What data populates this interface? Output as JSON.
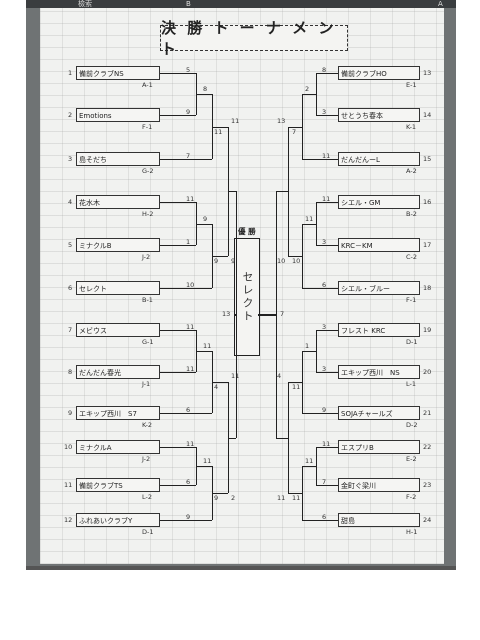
{
  "header": {
    "left_text": "檢索",
    "mid_text": "B",
    "right_text": "A"
  },
  "title": "決 勝 ト ー ナ メ ン ト",
  "champion": {
    "label": "優 勝",
    "name": "セレクト"
  },
  "left_teams": [
    {
      "seed": "1",
      "name": "備前クラブNS",
      "code": "A-1"
    },
    {
      "seed": "2",
      "name": "Emotions",
      "code": "F-1"
    },
    {
      "seed": "3",
      "name": "島そだち",
      "code": "G-2"
    },
    {
      "seed": "4",
      "name": "花水木",
      "code": "H-2"
    },
    {
      "seed": "5",
      "name": "ミナクルB",
      "code": "J-2"
    },
    {
      "seed": "6",
      "name": "セレクト",
      "code": "B-1"
    },
    {
      "seed": "7",
      "name": "メビウス",
      "code": "G-1"
    },
    {
      "seed": "8",
      "name": "だんだん春光",
      "code": "J-1"
    },
    {
      "seed": "9",
      "name": "エキップ西川　S7",
      "code": "K-2"
    },
    {
      "seed": "10",
      "name": "ミナクルA",
      "code": "J-2"
    },
    {
      "seed": "11",
      "name": "備前クラブTS",
      "code": "L-2"
    },
    {
      "seed": "12",
      "name": "ふれあいクラブY",
      "code": "D-1"
    }
  ],
  "right_teams": [
    {
      "seed": "13",
      "name": "備前クラブHO",
      "code": "E-1"
    },
    {
      "seed": "14",
      "name": "せとうち春本",
      "code": "K-1"
    },
    {
      "seed": "15",
      "name": "だんだんーL",
      "code": "A-2"
    },
    {
      "seed": "16",
      "name": "シエル・GM",
      "code": "B-2"
    },
    {
      "seed": "17",
      "name": "KRC－KM",
      "code": "C-2"
    },
    {
      "seed": "18",
      "name": "シエル・ブルー",
      "code": "F-1"
    },
    {
      "seed": "19",
      "name": "フレスト KRC",
      "code": "D-1"
    },
    {
      "seed": "20",
      "name": "エキップ西川　NS",
      "code": "L-1"
    },
    {
      "seed": "21",
      "name": "SOJAチャールズ",
      "code": "D-2"
    },
    {
      "seed": "22",
      "name": "エスプリB",
      "code": "E-2"
    },
    {
      "seed": "23",
      "name": "金町ぐ梁川",
      "code": "F-2"
    },
    {
      "seed": "24",
      "name": "甜島",
      "code": "H-1"
    }
  ],
  "left_r1_scores": [
    "5",
    "9",
    "7",
    "11",
    "1",
    "10",
    "11",
    "11",
    "6",
    "11",
    "6",
    "9"
  ],
  "left_r2_scores": [
    "8",
    "11",
    "9",
    "9",
    "11",
    "4",
    "11",
    "9"
  ],
  "left_r3_scores": [
    "11",
    "9",
    "11",
    "2"
  ],
  "left_final_score": "13",
  "right_r1_scores": [
    "8",
    "3",
    "11",
    "11",
    "3",
    "6",
    "3",
    "3",
    "9",
    "11",
    "7",
    "6"
  ],
  "right_r2_scores": [
    "2",
    "7",
    "11",
    "10",
    "1",
    "11",
    "11",
    "11"
  ],
  "right_r3_scores": [
    "13",
    "10",
    "4",
    "11"
  ],
  "right_final_score": "7"
}
